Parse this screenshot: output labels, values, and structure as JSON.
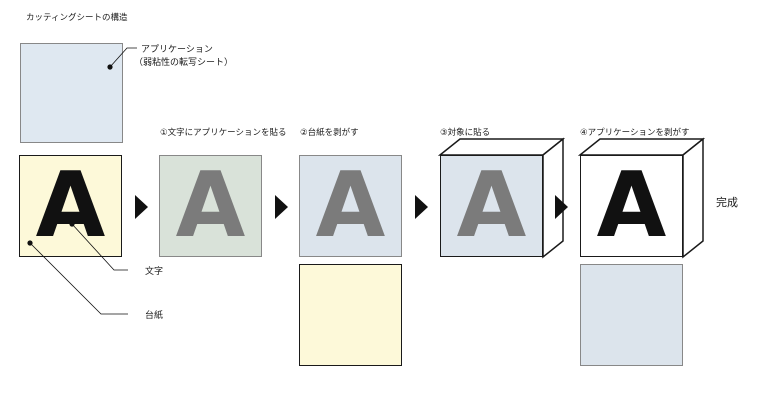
{
  "title": "カッティングシートの構造",
  "annotations": {
    "application_line1": "アプリケーション",
    "application_line2": "（弱粘性の転写シート）",
    "letter": "文字",
    "backing": "台紙"
  },
  "letter_char": "A",
  "steps": [
    {
      "label": "①文字にアプリケーションを貼る"
    },
    {
      "label": "②台紙を剥がす"
    },
    {
      "label": "③対象に貼る"
    },
    {
      "label": "④アプリケーションを剥がす"
    }
  ],
  "final_label": "完成",
  "colors": {
    "application": "#dfe8f1",
    "backing": "#fdf9d9",
    "applied": "#d9e2d9",
    "peeled": "#dce4ec",
    "letter_dark": "#111111",
    "letter_gray": "#7b7b7b",
    "arrow": "#111111"
  }
}
